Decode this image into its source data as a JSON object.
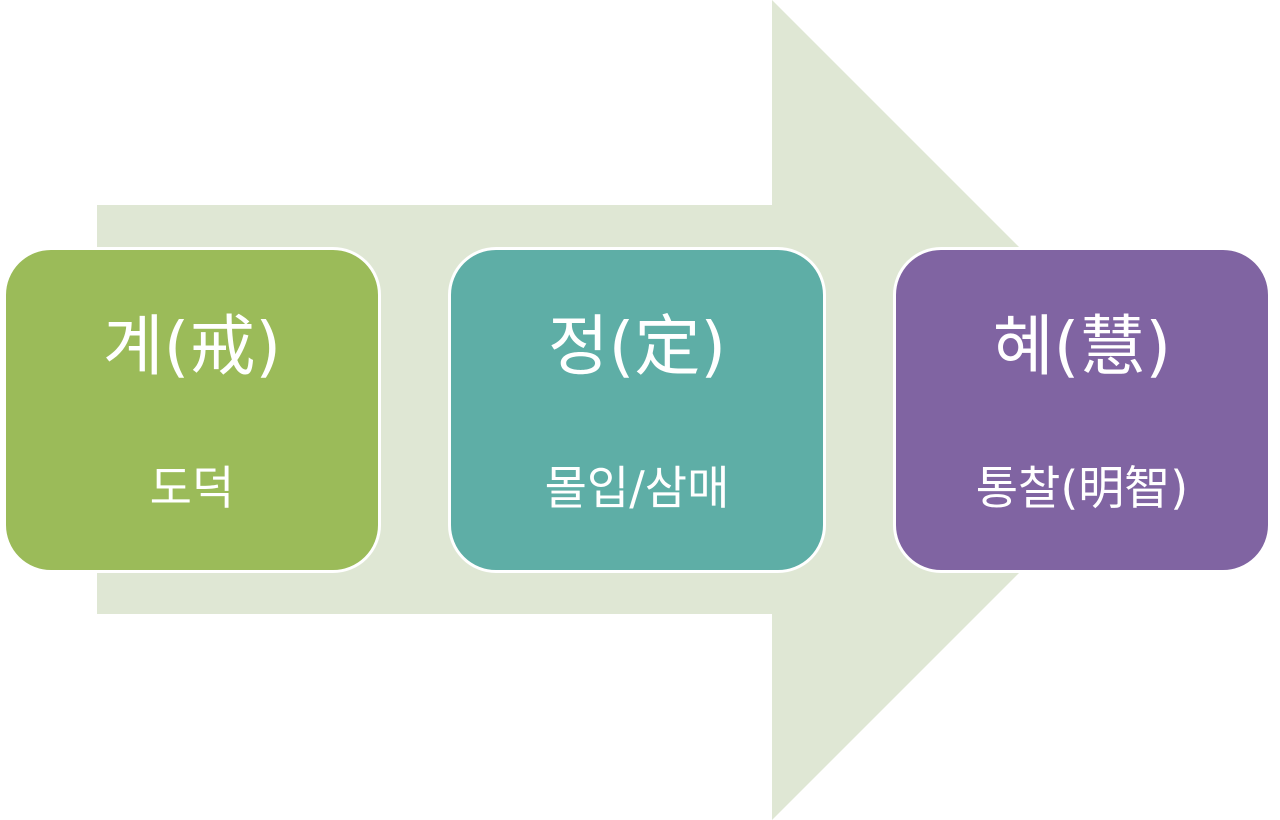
{
  "diagram": {
    "arrow": {
      "color": "#dfe7d4"
    },
    "steps": [
      {
        "title": "계(戒)",
        "subtitle": "도덕",
        "color": "#9bbb59"
      },
      {
        "title": "정(定)",
        "subtitle": "몰입/삼매",
        "color": "#5eaea6"
      },
      {
        "title": "혜(慧)",
        "subtitle": "통찰(明智)",
        "color": "#8064a2"
      }
    ]
  }
}
